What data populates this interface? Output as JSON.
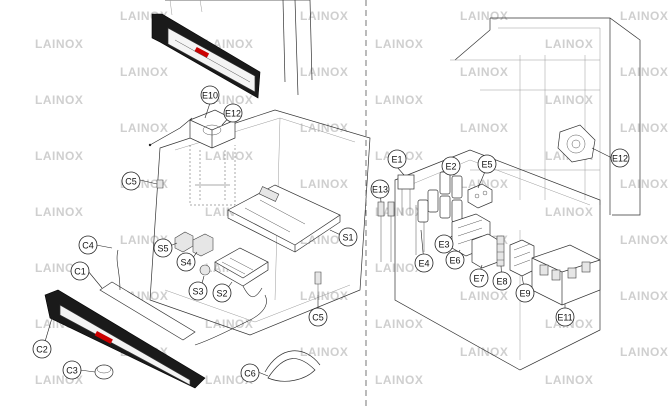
{
  "watermark": "LAINOX",
  "callouts": [
    "E10",
    "E12",
    "C5",
    "S1",
    "S5",
    "S4",
    "S3",
    "S2",
    "C4",
    "C1",
    "C2",
    "C3",
    "C6",
    "C5",
    "E1",
    "E2",
    "E5",
    "E13",
    "E3",
    "E4",
    "E6",
    "E7",
    "E8",
    "E9",
    "E11",
    "E12"
  ]
}
